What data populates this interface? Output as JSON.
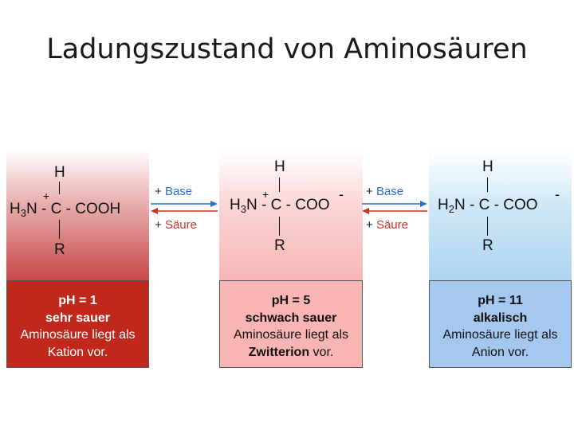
{
  "title": "Ladungszustand von Aminosäuren",
  "colors": {
    "base_arrow": "#2a6fd0",
    "acid_arrow": "#d0302a"
  },
  "arrows": {
    "plus": "+",
    "base": "Base",
    "acid": "Säure"
  },
  "molecules": [
    {
      "h_top": "H",
      "amine": "H",
      "amine_sub": "3",
      "amine_n": "N",
      "amine_charge": "+",
      "dash1": "-",
      "carbon": "C",
      "dash2": "-",
      "carboxyl": "COOH",
      "carboxyl_charge": "",
      "r": "R"
    },
    {
      "h_top": "H",
      "amine": "H",
      "amine_sub": "3",
      "amine_n": "N",
      "amine_charge": "+",
      "dash1": "-",
      "carbon": "C",
      "dash2": "-",
      "carboxyl": "COO",
      "carboxyl_charge": "-",
      "r": "R"
    },
    {
      "h_top": "H",
      "amine": "H",
      "amine_sub": "2",
      "amine_n": "N",
      "amine_charge": "",
      "dash1": "-",
      "carbon": "C",
      "dash2": "-",
      "carboxyl": "COO",
      "carboxyl_charge": "-",
      "r": "R"
    }
  ],
  "boxes": [
    {
      "ph": "pH = 1",
      "state": "sehr sauer",
      "line3": "Aminosäure liegt als",
      "line4_pre": "",
      "line4_bold": "",
      "line4_plain": "Kation vor."
    },
    {
      "ph": "pH = 5",
      "state": "schwach sauer",
      "line3": "Aminosäure liegt als",
      "line4_pre": "",
      "line4_bold": "Zwitterion",
      "line4_plain": " vor."
    },
    {
      "ph": "pH = 11",
      "state": "alkalisch",
      "line3": "Aminosäure liegt als",
      "line4_pre": "",
      "line4_bold": "",
      "line4_plain": "Anion vor."
    }
  ]
}
